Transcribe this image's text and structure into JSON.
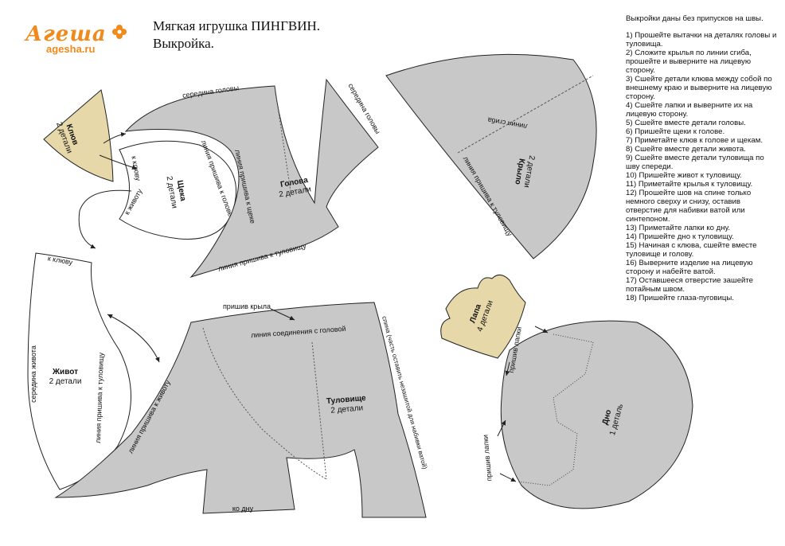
{
  "logo": {
    "name": "Агеша",
    "url": "agesha.ru"
  },
  "title": {
    "line1": "Мягкая игрушка ПИНГВИН.",
    "line2": "Выкройка."
  },
  "colors": {
    "part_fill": "#c8c8c8",
    "accent_fill": "#e6d8a8",
    "outline": "#222222",
    "logo": "#f08a1c"
  },
  "instructions": {
    "intro": "Выкройки даны без припусков на швы.",
    "steps": [
      "1)  Прошейте вытачки на деталях головы и туловища.",
      "2)  Сложите крылья по линии сгиба, прошейте и выверните на лицевую сторону.",
      "3)  Сшейте детали клюва между собой по внешнему краю и выверните на лицевую сторону.",
      "4)  Сшейте лапки и выверните их на лицевую сторону.",
      "5)  Сшейте вместе детали головы.",
      "6)  Пришейте щеки к голове.",
      "7)  Приметайте клюв к голове и щекам.",
      "8)  Сшейте вместе детали живота.",
      "9)  Сшейте вместе детали туловища по шву спереди.",
      "10)  Пришейте живот к туловищу.",
      "11)  Приметайте крылья к туловищу.",
      "12)  Прошейте шов на спине только немного сверху и снизу, оставив отверстие для набивки ватой или синтепоном.",
      "13)  Приметайте лапки ко дну.",
      "14)  Пришейте дно к туловищу.",
      "15) Начиная с клюва, сшейте вместе туловище и голову.",
      "16) Выверните изделие на лицевую сторону и набейте ватой.",
      "17) Оставшееся отверстие зашейте потайным швом.",
      "18) Пришейте глаза-пуговицы."
    ]
  },
  "parts": {
    "beak": {
      "name": "Клюв",
      "count": "2 детали"
    },
    "cheek": {
      "name": "Щека",
      "count": "2 детали"
    },
    "head": {
      "name": "Голова",
      "count": "2 детали"
    },
    "wing": {
      "name": "Крыло",
      "count": "2 детали"
    },
    "paw": {
      "name": "Лапа",
      "count": "4 детали"
    },
    "belly": {
      "name": "Живот",
      "count": "2 детали"
    },
    "body": {
      "name": "Туловище",
      "count": "2 детали"
    },
    "bottom": {
      "name": "Дно",
      "count": "1 деталь"
    }
  },
  "labels": {
    "head_middle": "середина головы",
    "head_middle_2": "середина головы",
    "cheek_line": "линия пришива к щеке",
    "body_line": "линия пришива к туловищу",
    "to_beak": "к клюву",
    "to_belly": "к животу",
    "to_head": "линия пришива к голове",
    "wing_fold": "линия сгиба",
    "wing_body": "линия пришива к туловищу",
    "belly_beak": "к клюву",
    "belly_middle": "середина живота",
    "belly_body": "линия пришива к туловищу",
    "wing_seam": "пришив крыла",
    "head_join": "линия соединения с головой",
    "back": "спина (часть оставить незашитой для набивки ватой)",
    "to_belly_line": "линия пришива к животу",
    "to_bottom": "ко дну",
    "paw_seam_1": "пришив лапки",
    "paw_seam_2": "пришив лапки"
  }
}
